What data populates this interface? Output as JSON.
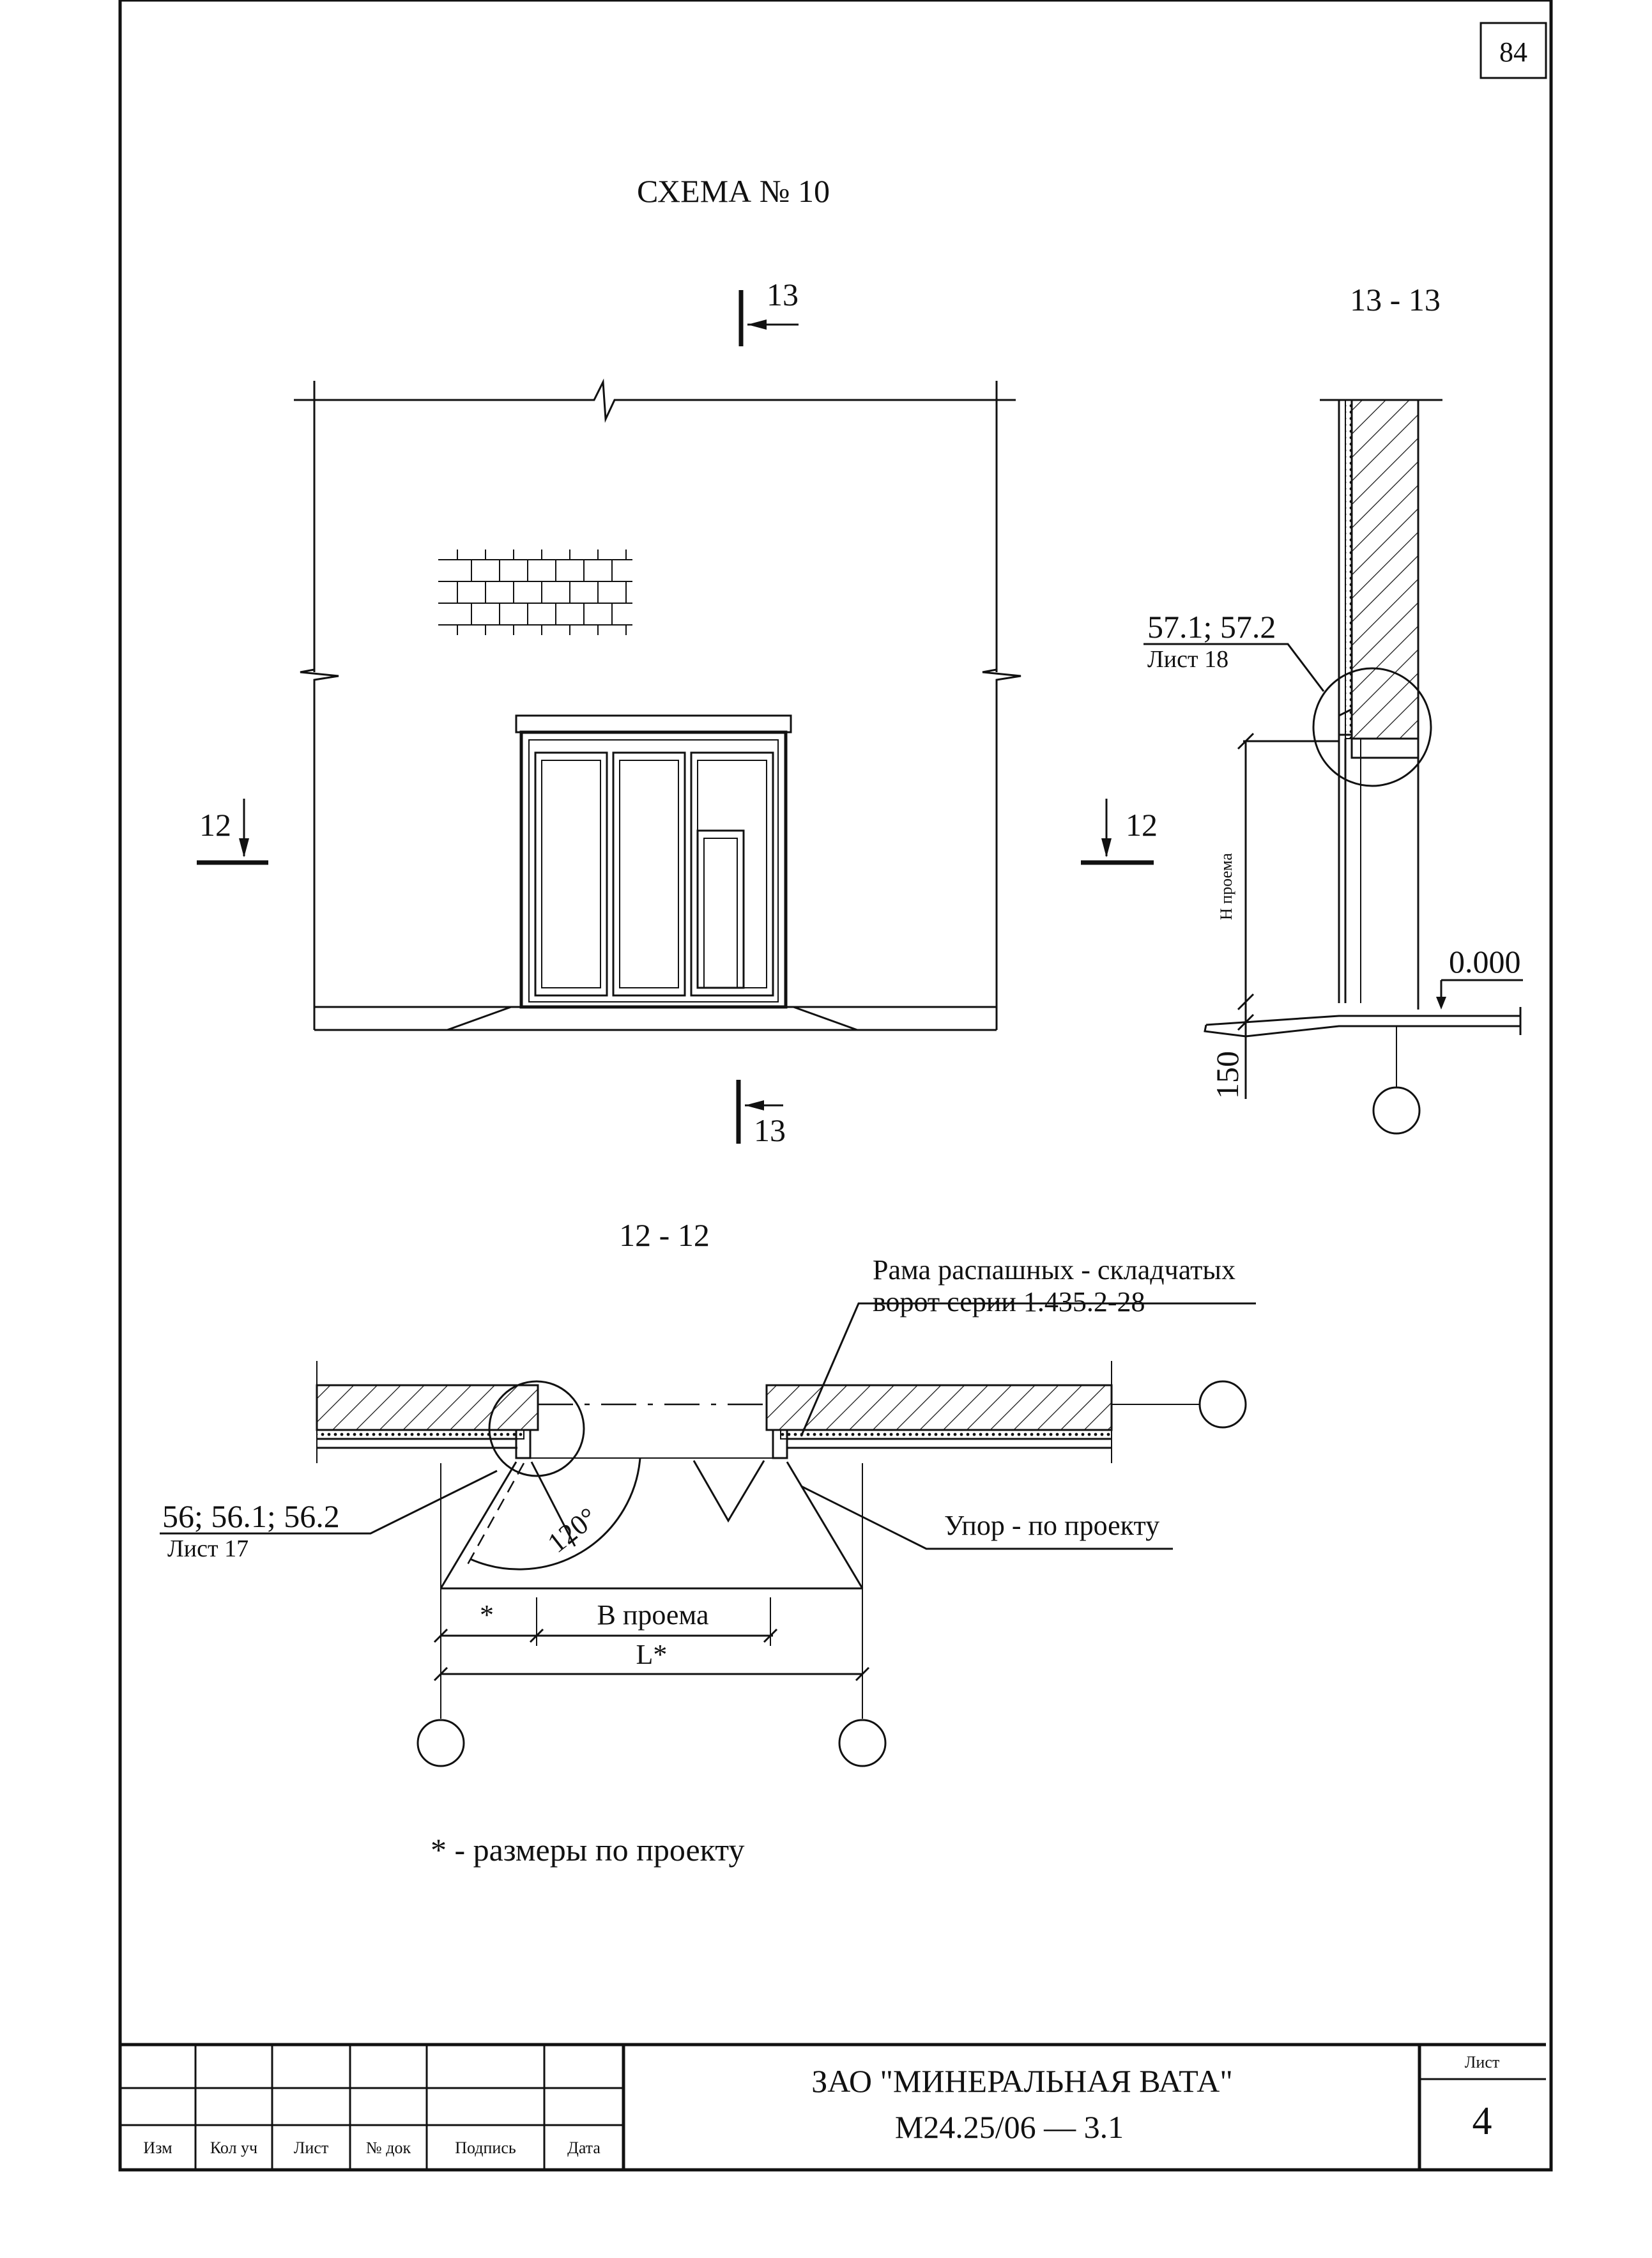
{
  "page_number": "84",
  "title": "СХЕМА № 10",
  "sections": {
    "cut_13_top": "13",
    "cut_13_bottom": "13",
    "cut_12_left": "12",
    "cut_12_right": "12",
    "section_13_title": "13 - 13",
    "section_12_title": "12 - 12"
  },
  "section_13": {
    "node_ref_main": "57.1; 57.2",
    "node_ref_sheet": "Лист 18",
    "height_label": "Н проема",
    "level_label": "0.000",
    "dim_150": "150"
  },
  "section_12": {
    "frame_note_line1": "Рама распашных - складчатых",
    "frame_note_line2": "ворот серии 1.435.2-28",
    "node_ref_main": "56; 56.1; 56.2",
    "node_ref_sheet": "Лист 17",
    "stop_note": "Упор - по проекту",
    "angle": "120°",
    "dim_star": "*",
    "dim_width": "В проема",
    "dim_length": "L*"
  },
  "footnote": "* - размеры по проекту",
  "title_block": {
    "headers": [
      "Изм",
      "Кол уч",
      "Лист",
      "№ док",
      "Подпись",
      "Дата"
    ],
    "organization": "ЗАО \"МИНЕРАЛЬНАЯ ВАТА\"",
    "document_code": "М24.25/06  — 3.1",
    "sheet_label": "Лист",
    "sheet_number": "4"
  }
}
